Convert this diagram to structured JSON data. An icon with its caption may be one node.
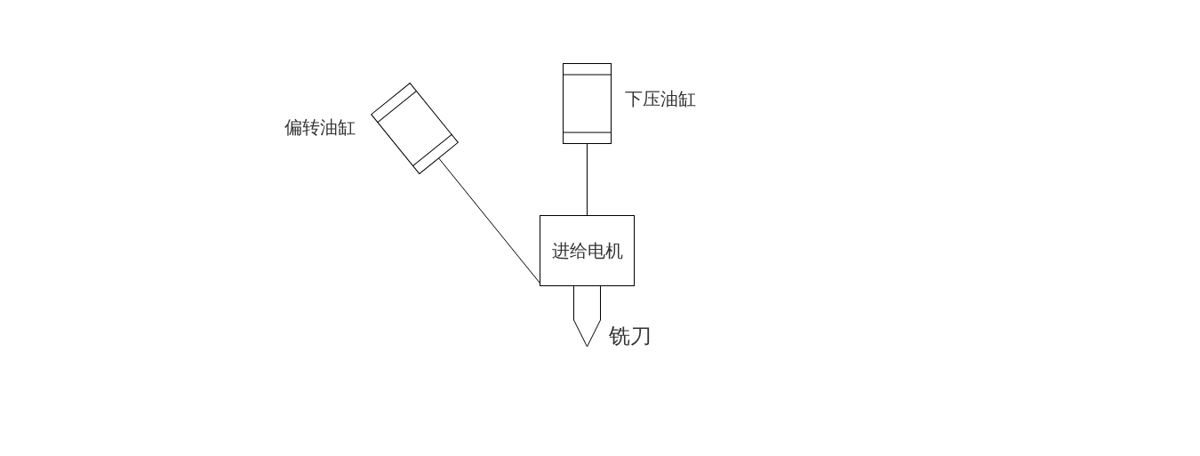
{
  "diagram": {
    "nodes": [
      {
        "text": [],
        "shape": "cylinder",
        "beside": [
          "偏转油缸"
        ]
      },
      {
        "text": [],
        "shape": "cylinder",
        "beside": [
          "下压油缸"
        ]
      },
      {
        "text": [
          "进给电机"
        ]
      },
      {
        "text": [],
        "shape": "cutter",
        "beside": [
          "铣刀"
        ]
      }
    ],
    "edges": [
      {
        "from": 0,
        "to": 2,
        "arrow": "none"
      },
      {
        "from": 1,
        "to": 2,
        "arrow": "none"
      }
    ]
  }
}
